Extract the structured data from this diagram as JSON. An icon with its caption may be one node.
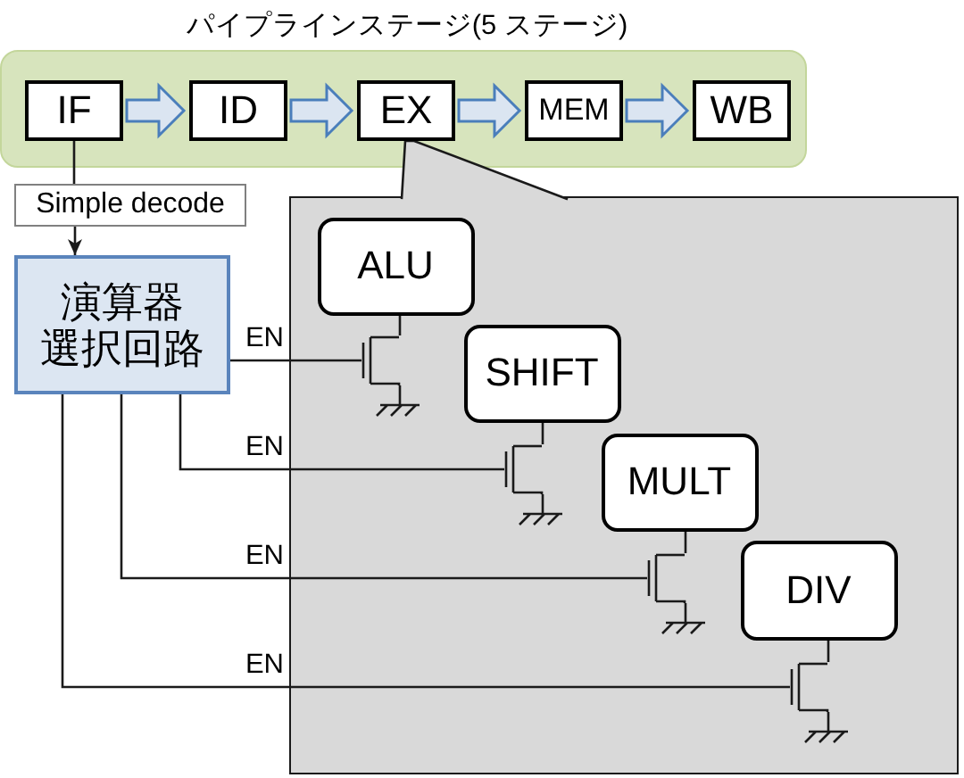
{
  "diagram": {
    "nodes": [
      {
        "text": [
          "パイプラインステージ(5 ステージ)"
        ]
      },
      {
        "text": [
          "IF"
        ],
        "in": 0
      },
      {
        "text": [
          "ID"
        ],
        "in": 0
      },
      {
        "text": [
          "EX"
        ],
        "in": 0
      },
      {
        "text": [
          "MEM"
        ],
        "in": 0
      },
      {
        "text": [
          "WB"
        ],
        "in": 0
      },
      {
        "text": [
          "Simple decode"
        ]
      },
      {
        "text": [
          "演算器選択回路"
        ]
      },
      {
        "text": [],
        "shape": "box"
      },
      {
        "text": [
          "ALU"
        ],
        "in": 8
      },
      {
        "text": [],
        "shape": "transistor",
        "in": 8
      },
      {
        "text": [
          "SHIFT"
        ],
        "in": 8
      },
      {
        "text": [],
        "shape": "transistor",
        "in": 8
      },
      {
        "text": [
          "MULT"
        ],
        "in": 8
      },
      {
        "text": [],
        "shape": "transistor",
        "in": 8
      },
      {
        "text": [
          "DIV"
        ],
        "in": 8
      },
      {
        "text": [],
        "shape": "transistor",
        "in": 8
      }
    ],
    "edges": [
      {
        "from": 1,
        "to": 2,
        "arrow": "to",
        "style": "thick",
        "color": "#4a7ebb"
      },
      {
        "from": 2,
        "to": 3,
        "arrow": "to",
        "style": "thick",
        "color": "#4a7ebb"
      },
      {
        "from": 3,
        "to": 4,
        "arrow": "to",
        "style": "thick",
        "color": "#4a7ebb"
      },
      {
        "from": 4,
        "to": 5,
        "arrow": "to",
        "style": "thick",
        "color": "#4a7ebb"
      },
      {
        "from": 1,
        "to": 6,
        "arrow": "none"
      },
      {
        "from": 6,
        "to": 7,
        "arrow": "to"
      },
      {
        "from": 3,
        "to": 8,
        "arrow": "none"
      },
      {
        "from": 7,
        "to": 10,
        "arrow": "none",
        "label": "EN"
      },
      {
        "from": 10,
        "to": 9,
        "arrow": "none"
      },
      {
        "from": 7,
        "to": 12,
        "arrow": "none",
        "label": "EN"
      },
      {
        "from": 12,
        "to": 11,
        "arrow": "none"
      },
      {
        "from": 7,
        "to": 14,
        "arrow": "none",
        "label": "EN"
      },
      {
        "from": 14,
        "to": 13,
        "arrow": "none"
      },
      {
        "from": 7,
        "to": 16,
        "arrow": "none",
        "label": "EN"
      },
      {
        "from": 16,
        "to": 15,
        "arrow": "none"
      }
    ]
  }
}
